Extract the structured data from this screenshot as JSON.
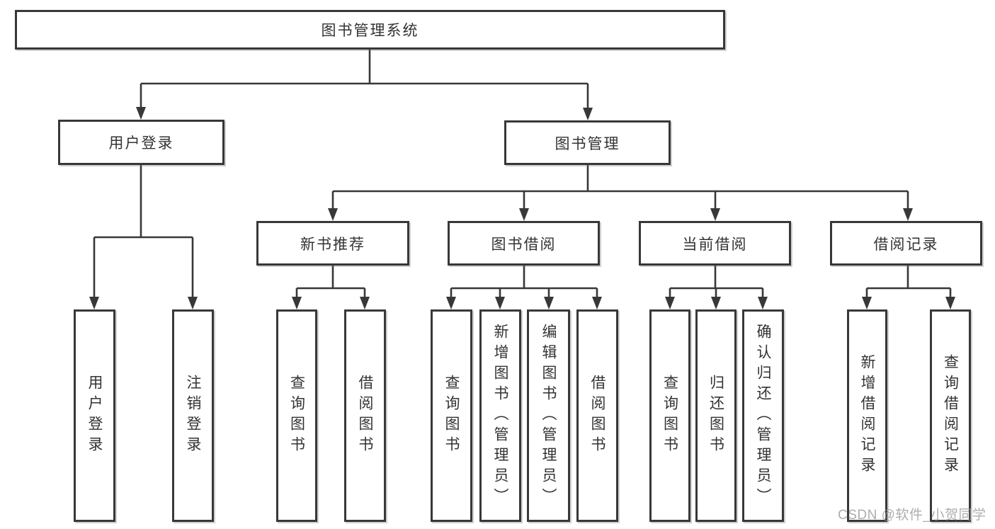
{
  "diagram_type": "hierarchy-tree",
  "colors": {
    "line": "#383838",
    "box_border": "#383838",
    "box_fill": "#ffffff",
    "text": "#333333",
    "watermark": "#919191"
  },
  "tree": {
    "label": "图书管理系统",
    "children": [
      {
        "label": "用户登录",
        "children": [
          {
            "label": "用户登录"
          },
          {
            "label": "注销登录"
          }
        ]
      },
      {
        "label": "图书管理",
        "children": [
          {
            "label": "新书推荐",
            "children": [
              {
                "label": "查询图书"
              },
              {
                "label": "借阅图书"
              }
            ]
          },
          {
            "label": "图书借阅",
            "children": [
              {
                "label": "查询图书"
              },
              {
                "label": "新增图书（管理员）"
              },
              {
                "label": "编辑图书（管理员）"
              },
              {
                "label": "借阅图书"
              }
            ]
          },
          {
            "label": "当前借阅",
            "children": [
              {
                "label": "查询图书"
              },
              {
                "label": "归还图书"
              },
              {
                "label": "确认归还（管理员）"
              }
            ]
          },
          {
            "label": "借阅记录",
            "children": [
              {
                "label": "新增借阅记录"
              },
              {
                "label": "查询借阅记录"
              }
            ]
          }
        ]
      }
    ]
  },
  "watermark": {
    "text": "CSDN @软件_小贺同学"
  }
}
